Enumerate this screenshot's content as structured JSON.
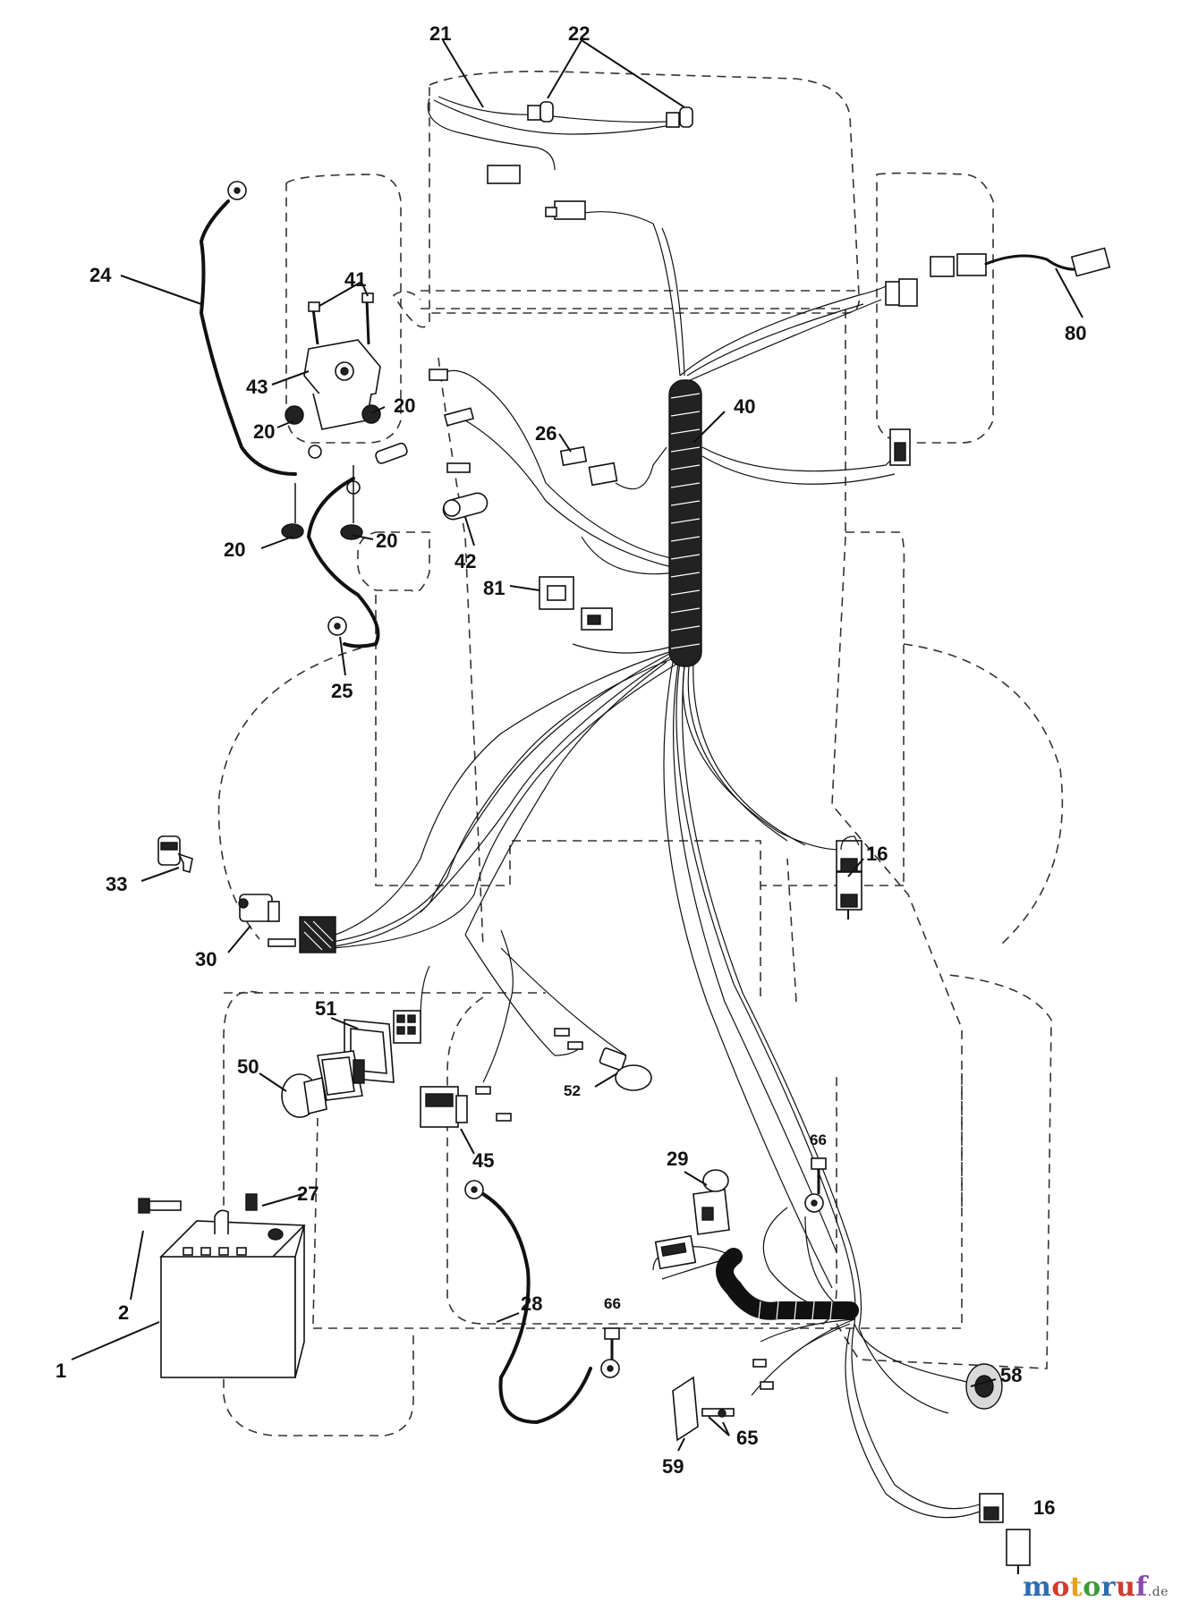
{
  "diagram": {
    "callouts": {
      "n1": "1",
      "n2": "2",
      "n16a": "16",
      "n16b": "16",
      "n20a": "20",
      "n20b": "20",
      "n20c": "20",
      "n20d": "20",
      "n21": "21",
      "n22": "22",
      "n24": "24",
      "n25": "25",
      "n26": "26",
      "n27": "27",
      "n28": "28",
      "n29": "29",
      "n30": "30",
      "n33": "33",
      "n40": "40",
      "n41": "41",
      "n42": "42",
      "n43": "43",
      "n45": "45",
      "n50": "50",
      "n51": "51",
      "n52": "52",
      "n58": "58",
      "n59": "59",
      "n65": "65",
      "n66a": "66",
      "n66b": "66",
      "n80": "80",
      "n81": "81"
    }
  },
  "watermark": {
    "letters": [
      "m",
      "o",
      "t",
      "o",
      "r",
      "u",
      "f"
    ],
    "letter_colors": [
      "#2e6db3",
      "#d13a2f",
      "#e7a21a",
      "#3c9a3c",
      "#2e6db3",
      "#d13a2f",
      "#8a4bb0"
    ],
    "suffix": ".de"
  }
}
